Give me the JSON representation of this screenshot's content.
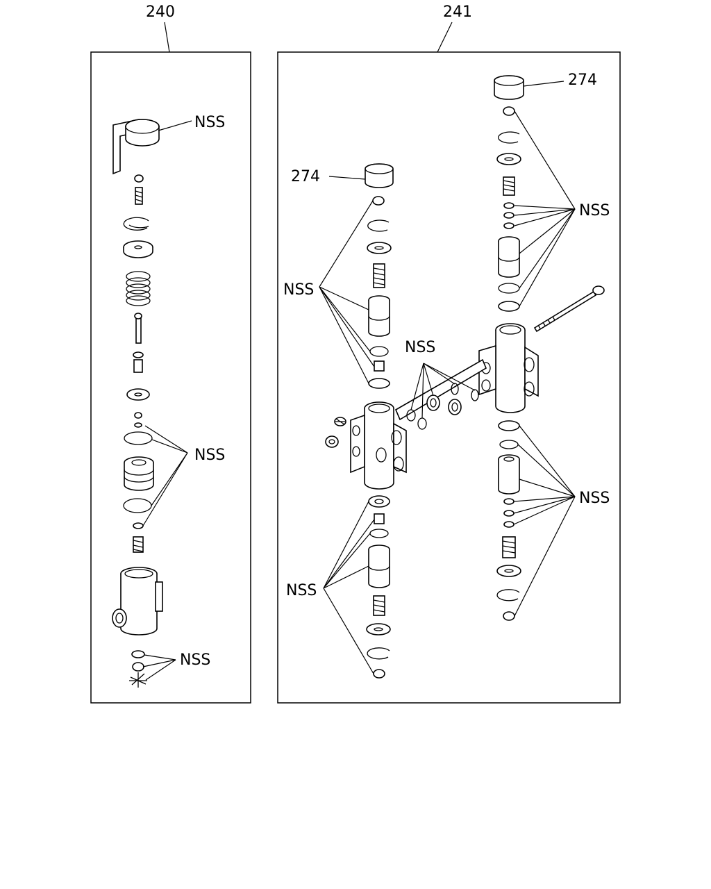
{
  "callouts": {
    "assembly_left": "240",
    "assembly_right": "241",
    "cap_a": "274",
    "cap_b": "274",
    "nss_left_top": "NSS",
    "nss_left_mid": "NSS",
    "nss_left_bottom": "NSS",
    "nss_right_valve_a_upper": "NSS",
    "nss_right_center": "NSS",
    "nss_right_valve_b_upper": "NSS",
    "nss_right_valve_a_lower": "NSS",
    "nss_right_valve_b_lower": "NSS"
  }
}
